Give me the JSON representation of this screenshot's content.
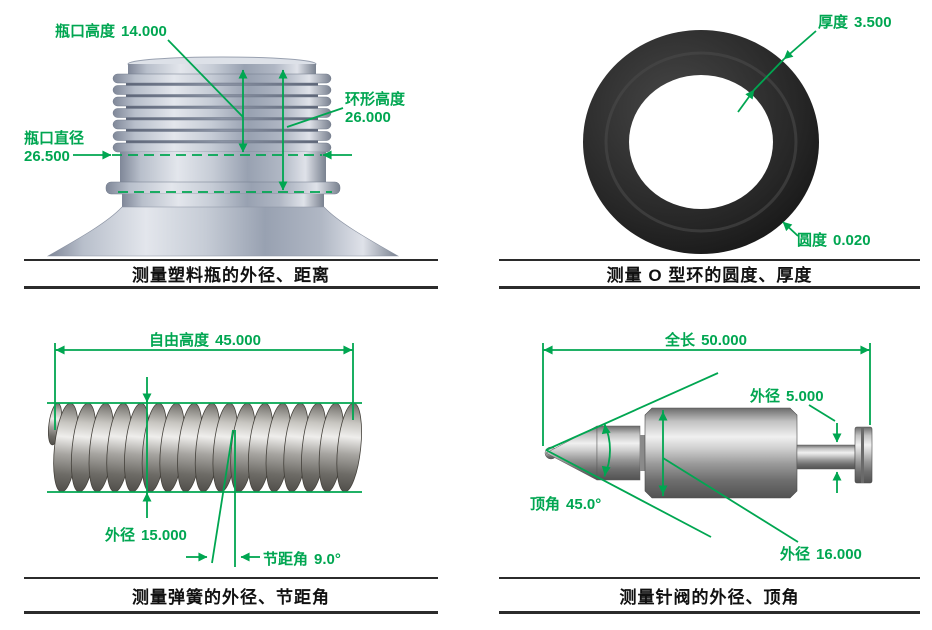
{
  "colors": {
    "accent": "#00a651",
    "caption_text": "#111111",
    "caption_rule": "#2b2b2b"
  },
  "panels": {
    "bottle": {
      "caption": "测量塑料瓶的外径、距离",
      "measurements": {
        "mouth_height": {
          "name": "瓶口高度",
          "value": "14.000"
        },
        "ring_height": {
          "name": "环形高度",
          "value": "26.000"
        },
        "mouth_diameter": {
          "name": "瓶口直径",
          "value": "26.500"
        }
      }
    },
    "oring": {
      "caption": "测量 O 型环的圆度、厚度",
      "measurements": {
        "thickness": {
          "name": "厚度",
          "value": "3.500"
        },
        "roundness": {
          "name": "圆度",
          "value": "0.020"
        }
      }
    },
    "spring": {
      "caption": "测量弹簧的外径、节距角",
      "measurements": {
        "free_height": {
          "name": "自由高度",
          "value": "45.000"
        },
        "outer_diameter": {
          "name": "外径",
          "value": "15.000"
        },
        "pitch_angle": {
          "name": "节距角",
          "value": "9.0°"
        }
      }
    },
    "needle_valve": {
      "caption": "测量针阀的外径、顶角",
      "measurements": {
        "total_length": {
          "name": "全长",
          "value": "50.000"
        },
        "outer_diameter_small": {
          "name": "外径",
          "value": "5.000"
        },
        "apex_angle": {
          "name": "顶角",
          "value": "45.0°"
        },
        "outer_diameter_large": {
          "name": "外径",
          "value": "16.000"
        }
      }
    }
  }
}
